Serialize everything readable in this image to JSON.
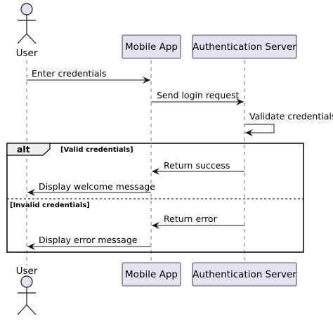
{
  "participants": {
    "user": "User",
    "mobile_app": "Mobile App",
    "auth_server": "Authentication Server"
  },
  "messages": {
    "enter_credentials": "Enter credentials",
    "send_login_request": "Send login request",
    "validate_credentials": "Validate credentials",
    "return_success": "Return success",
    "display_welcome": "Display welcome message",
    "return_error": "Return error",
    "display_error": "Display error message"
  },
  "fragment": {
    "keyword": "alt",
    "guard_valid": "[Valid credentials]",
    "guard_invalid": "[Invalid credentials]"
  },
  "colors": {
    "participant_fill": "#E2E2F0",
    "participant_border": "#181818",
    "lifeline": "#181818"
  }
}
